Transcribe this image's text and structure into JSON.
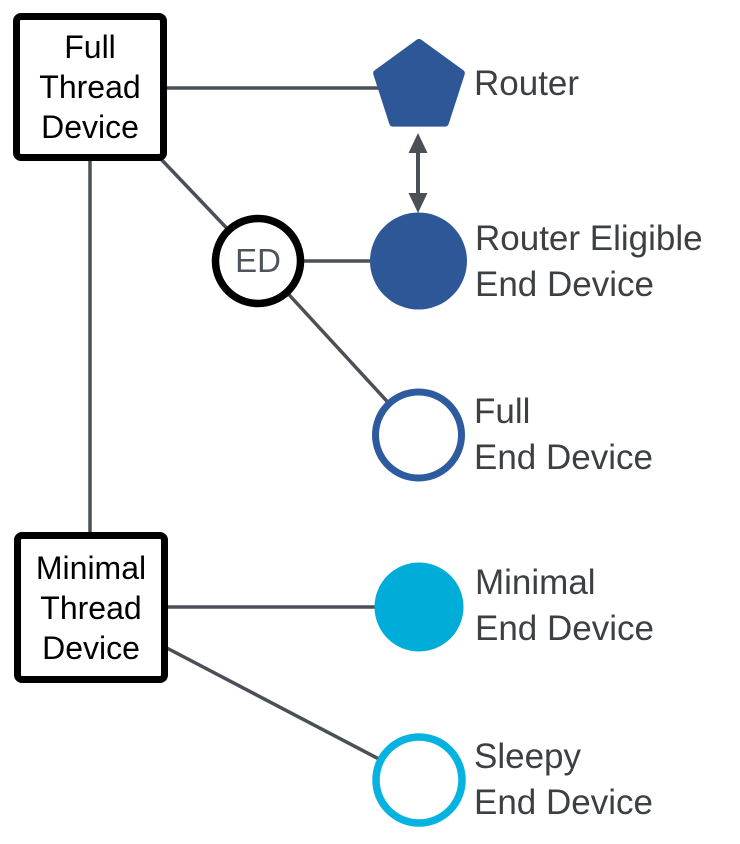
{
  "colors": {
    "background": "#ffffff",
    "blue": "#2d5797",
    "blue_outline": "#2e5ba0",
    "cyan": "#00acd8",
    "cyan_outline": "#06b2e0",
    "connector": "#4a5056",
    "label_text": "#3c4043",
    "ed_text": "#4e545c",
    "box_border": "#000000",
    "box_text": "#000000"
  },
  "boxes": {
    "full_thread_device": {
      "lines": [
        "Full",
        "Thread",
        "Device"
      ]
    },
    "minimal_thread_device": {
      "lines": [
        "Minimal",
        "Thread",
        "Device"
      ]
    }
  },
  "nodes": {
    "router": {
      "shape": "pentagon",
      "style": "solid-blue",
      "label_lines": [
        "Router"
      ]
    },
    "router_eligible_end_device": {
      "shape": "circle",
      "style": "solid-blue",
      "label_lines": [
        "Router Eligible",
        "End Device"
      ]
    },
    "full_end_device": {
      "shape": "circle",
      "style": "outline-blue",
      "label_lines": [
        "Full",
        "End Device"
      ]
    },
    "minimal_end_device": {
      "shape": "circle",
      "style": "solid-cyan",
      "label_lines": [
        "Minimal",
        "End Device"
      ]
    },
    "sleepy_end_device": {
      "shape": "circle",
      "style": "outline-cyan",
      "label_lines": [
        "Sleepy",
        "End Device"
      ]
    },
    "ed_junction": {
      "shape": "circle",
      "style": "outline-black",
      "label": "ED"
    }
  },
  "edges": [
    {
      "from": "full-thread-device",
      "to": "router",
      "type": "line"
    },
    {
      "from": "full-thread-device",
      "to": "minimal-thread-device",
      "type": "line"
    },
    {
      "from": "full-thread-device",
      "to": "ed-junction",
      "type": "line"
    },
    {
      "from": "ed-junction",
      "to": "router-eligible-end-device",
      "type": "line"
    },
    {
      "from": "ed-junction",
      "to": "full-end-device",
      "type": "line"
    },
    {
      "from": "minimal-thread-device",
      "to": "minimal-end-device",
      "type": "line"
    },
    {
      "from": "minimal-thread-device",
      "to": "sleepy-end-device",
      "type": "line"
    },
    {
      "from": "router",
      "to": "router-eligible-end-device",
      "type": "double-arrow"
    }
  ]
}
